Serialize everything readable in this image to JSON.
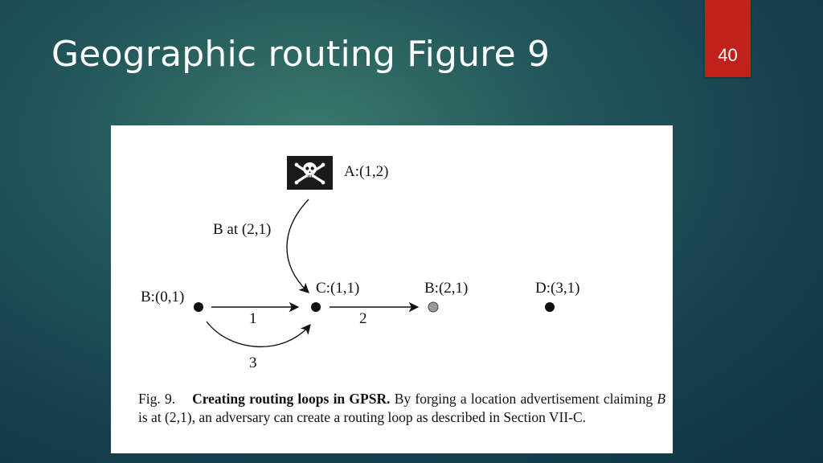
{
  "slide": {
    "title": "Geographic routing Figure 9",
    "page_number": "40"
  },
  "diagram": {
    "nodes": [
      {
        "id": "A",
        "label": "A:(1,2)"
      },
      {
        "id": "B0",
        "label": "B:(0,1)"
      },
      {
        "id": "C",
        "label": "C:(1,1)"
      },
      {
        "id": "B2",
        "label": "B:(2,1)"
      },
      {
        "id": "D",
        "label": "D:(3,1)"
      }
    ],
    "edges": [
      {
        "id": "forged",
        "label": "B at (2,1)"
      },
      {
        "id": "e1",
        "label": "1"
      },
      {
        "id": "e2",
        "label": "2"
      },
      {
        "id": "e3",
        "label": "3"
      }
    ]
  },
  "caption": {
    "prefix": "Fig. 9.",
    "bold_title": "Creating routing loops in GPSR.",
    "text_part1": "By forging a location advertisement claiming ",
    "italic_var": "B",
    "text_part2": " is at (2,1), an adversary can create a routing loop as described in Section VII-C."
  },
  "colors": {
    "badge": "#c0211b",
    "adversary_box": "#1a1a1a",
    "forged_node": "#9a9a9a"
  },
  "icons": {
    "adversary": "skull-crossbones-icon"
  }
}
